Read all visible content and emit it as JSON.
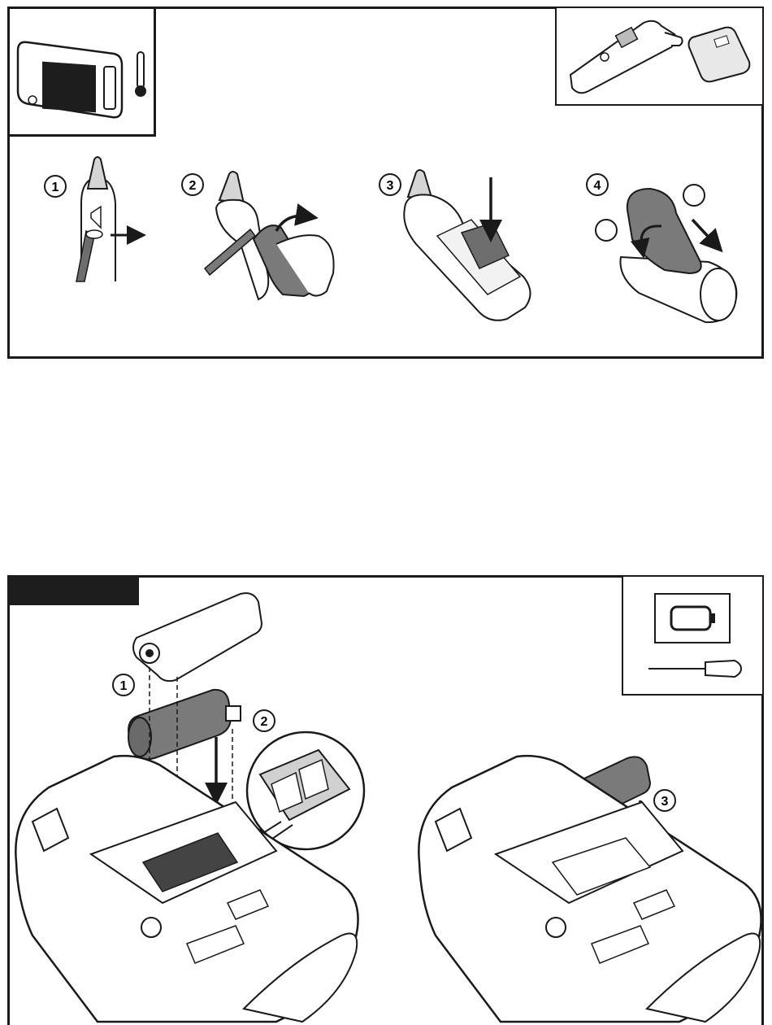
{
  "document": {
    "top_section": {
      "steps": [
        {
          "number": "1"
        },
        {
          "number": "2"
        },
        {
          "number": "3"
        },
        {
          "number": "4"
        }
      ],
      "step4_callouts": [
        {
          "label": ""
        },
        {
          "label": ""
        }
      ]
    },
    "bottom_section": {
      "header_label": "",
      "steps": [
        {
          "number": "1"
        },
        {
          "number": "2"
        },
        {
          "number": "3"
        }
      ]
    }
  },
  "colors": {
    "line": "#1a1a1a",
    "dark_fill": "#1d1d1d",
    "mid_gray": "#7a7a7a",
    "light_gray": "#c8c8c8"
  }
}
